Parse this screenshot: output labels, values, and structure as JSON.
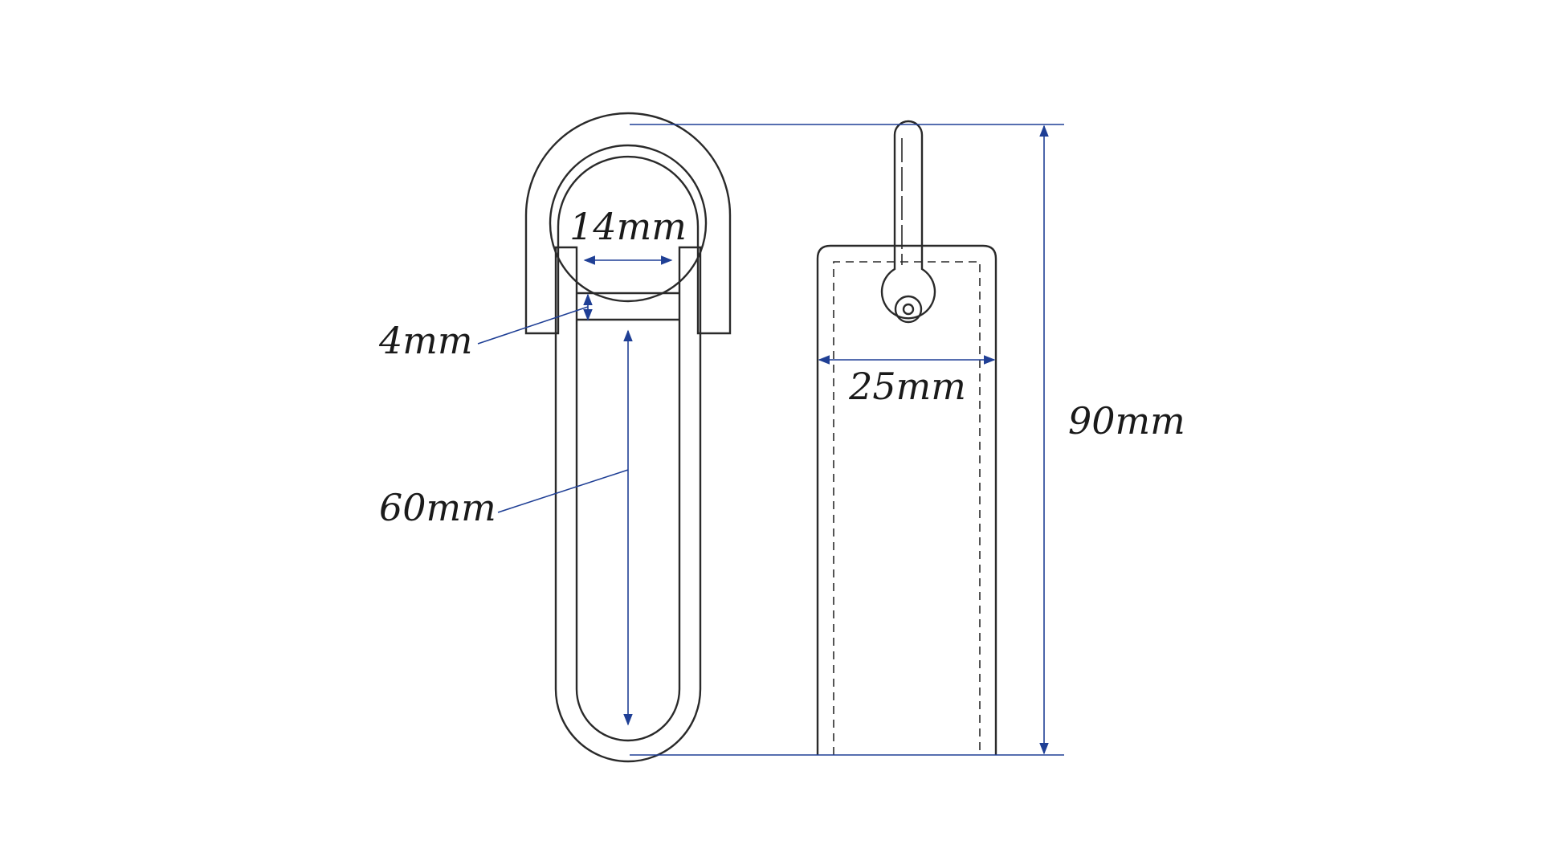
{
  "dimensions": {
    "ring_inner_width": "14mm",
    "bar_thickness": "4mm",
    "loop_inner_length": "60mm",
    "strap_width": "25mm",
    "overall_height": "90mm"
  },
  "colors": {
    "dimension_line": "#1f3f95",
    "outline": "#2a2a2a",
    "background": "#ffffff"
  }
}
